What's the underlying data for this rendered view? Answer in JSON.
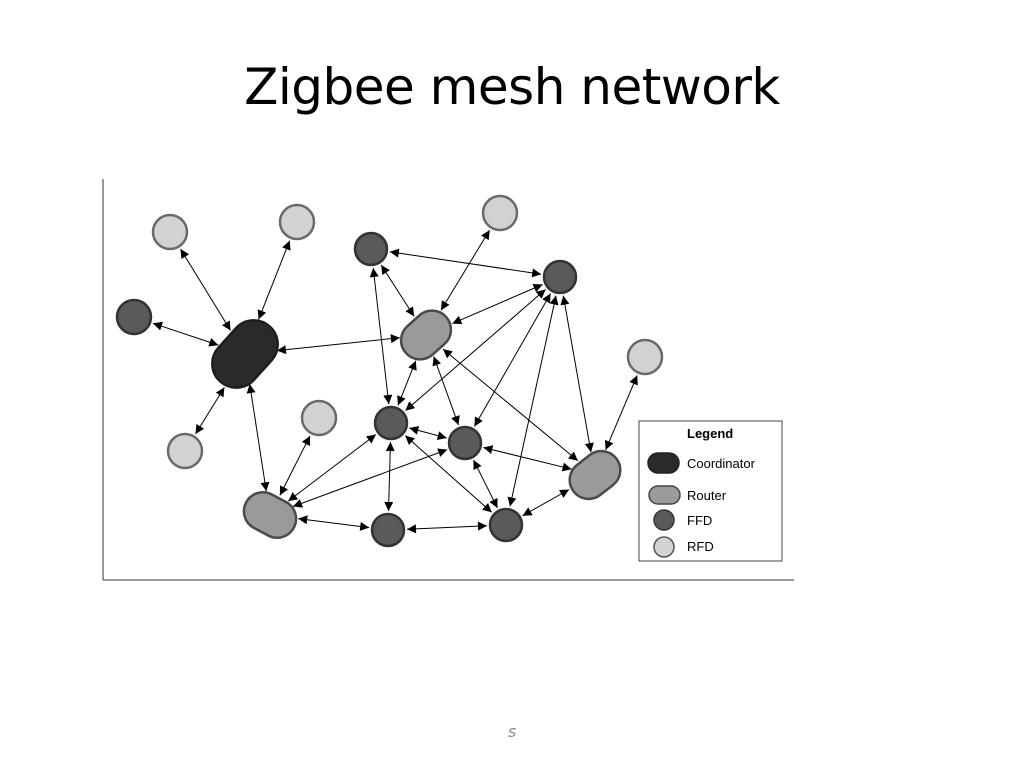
{
  "slide": {
    "title": "Zigbee mesh network",
    "footer": "s"
  },
  "legend": {
    "title": "Legend",
    "items": [
      {
        "type": "coordinator",
        "label": "Coordinator"
      },
      {
        "type": "router",
        "label": "Router"
      },
      {
        "type": "ffd",
        "label": "FFD"
      },
      {
        "type": "rfd",
        "label": "RFD"
      }
    ]
  },
  "colors": {
    "coordinator": "#2a2a2a",
    "router": "#9a9a9a",
    "ffd": "#5a5a5a",
    "rfd": "#d2d2d2",
    "outline": "#444444"
  },
  "nodes": [
    {
      "id": "coord",
      "type": "coordinator"
    },
    {
      "id": "rfd-top-left",
      "type": "rfd"
    },
    {
      "id": "rfd-top",
      "type": "rfd"
    },
    {
      "id": "ffd-left",
      "type": "ffd"
    },
    {
      "id": "rfd-bottom-left",
      "type": "rfd"
    },
    {
      "id": "ffd-top",
      "type": "ffd"
    },
    {
      "id": "rfd-top-right",
      "type": "rfd"
    },
    {
      "id": "ffd-top-right",
      "type": "ffd"
    },
    {
      "id": "router-center",
      "type": "router"
    },
    {
      "id": "rfd-right",
      "type": "rfd"
    },
    {
      "id": "rfd-middle",
      "type": "rfd"
    },
    {
      "id": "ffd-center",
      "type": "ffd"
    },
    {
      "id": "ffd-center-right",
      "type": "ffd"
    },
    {
      "id": "router-right",
      "type": "router"
    },
    {
      "id": "router-bottom-left",
      "type": "router"
    },
    {
      "id": "ffd-bottom",
      "type": "ffd"
    },
    {
      "id": "ffd-bottom-right",
      "type": "ffd"
    }
  ],
  "links": [
    [
      "coord",
      "rfd-top-left"
    ],
    [
      "coord",
      "rfd-top"
    ],
    [
      "coord",
      "ffd-left"
    ],
    [
      "coord",
      "rfd-bottom-left"
    ],
    [
      "coord",
      "router-center"
    ],
    [
      "coord",
      "router-bottom-left"
    ],
    [
      "ffd-top",
      "ffd-top-right"
    ],
    [
      "ffd-top",
      "router-center"
    ],
    [
      "ffd-top",
      "ffd-center"
    ],
    [
      "rfd-top-right",
      "router-center"
    ],
    [
      "ffd-top-right",
      "router-center"
    ],
    [
      "ffd-top-right",
      "ffd-center"
    ],
    [
      "ffd-top-right",
      "ffd-center-right"
    ],
    [
      "ffd-top-right",
      "ffd-bottom-right"
    ],
    [
      "ffd-top-right",
      "router-right"
    ],
    [
      "router-center",
      "ffd-center"
    ],
    [
      "router-center",
      "ffd-center-right"
    ],
    [
      "router-center",
      "router-right"
    ],
    [
      "rfd-right",
      "router-right"
    ],
    [
      "rfd-middle",
      "router-bottom-left"
    ],
    [
      "ffd-center",
      "ffd-center-right"
    ],
    [
      "ffd-center",
      "router-bottom-left"
    ],
    [
      "ffd-center",
      "ffd-bottom"
    ],
    [
      "ffd-center",
      "ffd-bottom-right"
    ],
    [
      "ffd-center-right",
      "router-bottom-left"
    ],
    [
      "ffd-center-right",
      "router-right"
    ],
    [
      "ffd-center-right",
      "ffd-bottom-right"
    ],
    [
      "router-bottom-left",
      "ffd-bottom"
    ],
    [
      "ffd-bottom",
      "ffd-bottom-right"
    ],
    [
      "ffd-bottom-right",
      "router-right"
    ]
  ]
}
